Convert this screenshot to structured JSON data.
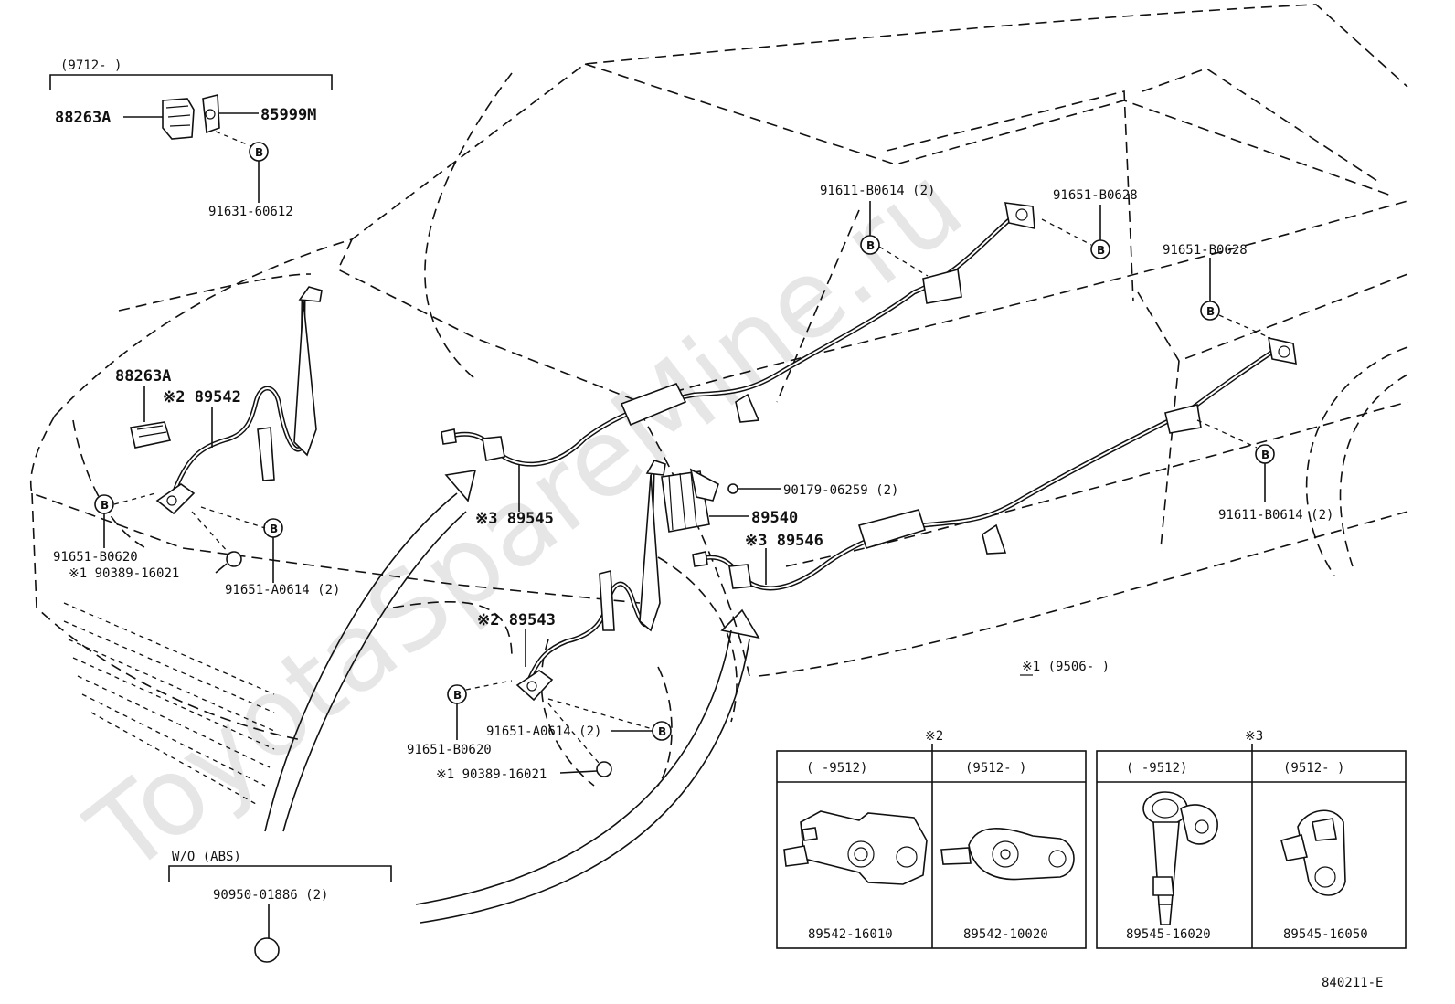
{
  "watermark": "ToyotaSpareMine.ru",
  "header_bracket_label": "(9712-       )",
  "parts": {
    "p88263A_top": "88263A",
    "p85999M": "85999M",
    "p91631_60612": "91631-60612",
    "p88263A_left": "88263A",
    "p89542": "※2 89542",
    "p91651_B0620_left": "91651-B0620",
    "p90389_left": "※1 90389-16021",
    "p91651_A0614_left": "91651-A0614 (2)",
    "p89545": "※3 89545",
    "p91611_B0614_top": "91611-B0614 (2)",
    "p91651_B0628_top": "91651-B0628",
    "p91651_B0628_right": "91651-B0628",
    "p90179": "90179-06259 (2)",
    "p89540": "89540",
    "p89546": "※3 89546",
    "p91611_B0614_right": "91611-B0614 (2)",
    "p89543": "※2 89543",
    "p91651_A0614_mid": "91651-A0614 (2)",
    "p91651_B0620_mid": "91651-B0620",
    "p90389_mid": "※1 90389-16021",
    "note1": "※1  (9506-       )",
    "wo_abs": "W/O (ABS)",
    "p90950": "90950-01886 (2)"
  },
  "b_marker": "B",
  "inset": {
    "group2_mark": "※2",
    "group3_mark": "※3",
    "cells": [
      {
        "range": "(      -9512)",
        "part": "89542-16010"
      },
      {
        "range": "(9512-       )",
        "part": "89542-10020"
      },
      {
        "range": "(      -9512)",
        "part": "89545-16020"
      },
      {
        "range": "(9512-       )",
        "part": "89545-16050"
      }
    ]
  },
  "figure_id": "840211-E"
}
